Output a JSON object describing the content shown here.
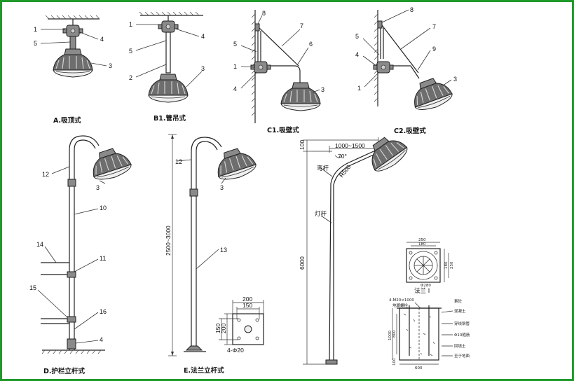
{
  "captions": {
    "a": "A.吸顶式",
    "b1": "B1.管吊式",
    "c1": "C1.吸壁式",
    "c2": "C2.吸壁式",
    "d": "D.护栏立杆式",
    "e": "E.法兰立杆式",
    "flange": "法兰 I"
  },
  "parts": {
    "p1": "1",
    "p2": "2",
    "p3": "3",
    "p4": "4",
    "p5": "5",
    "p6": "6",
    "p7": "7",
    "p8": "8",
    "p9": "9",
    "p10": "10",
    "p11": "11",
    "p12": "12",
    "p13": "13",
    "p14": "14",
    "p15": "15",
    "p16": "16"
  },
  "dims": {
    "e_height": "2500~3000",
    "e_base_w200": "200",
    "e_base_w150": "150",
    "e_base_h200": "200",
    "e_base_h150": "150",
    "e_bolts": "4-Φ20",
    "f_top": "100",
    "f_reach": "1000~1500",
    "f_angle": "70°",
    "f_radius": "R500",
    "f_height": "6000",
    "f_arm": "弯杆",
    "f_pole": "灯杆",
    "flange_w250": "250",
    "flange_w180": "180",
    "flange_d280": "Φ280",
    "flange_side1": "180",
    "flange_side2": "250",
    "found_bolt": "4-M20×1000",
    "found_note1": "地脚螺栓",
    "found_note2": "素砼",
    "found_note3": "混凝土",
    "found_note4": "穿线钢管",
    "found_note5": "Φ10箍筋",
    "found_note6": "回填土",
    "found_note7": "至于地面",
    "found_h1": "1000",
    "found_h2": "800",
    "found_h3": "100",
    "found_w": "600"
  }
}
